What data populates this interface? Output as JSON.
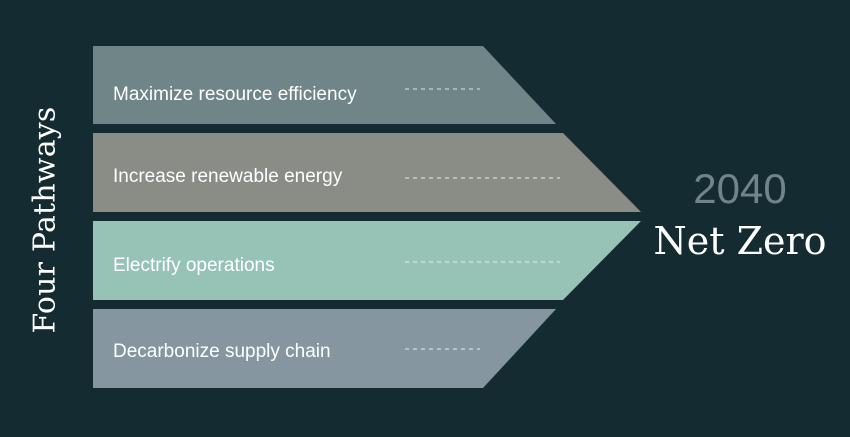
{
  "diagram": {
    "vertical_title": "Four Pathways",
    "goal": {
      "year": "2040",
      "title": "Net Zero"
    },
    "pathways": [
      {
        "label": "Maximize resource efficiency",
        "color": "#6f8587"
      },
      {
        "label": "Increase renewable energy",
        "color": "#8a8d86"
      },
      {
        "label": "Electrify operations",
        "color": "#97c2b6"
      },
      {
        "label": "Decarbonize supply chain",
        "color": "#8596a1"
      }
    ],
    "colors": {
      "background": "#142c31",
      "text": "#ffffff",
      "year": "#6f8587"
    }
  }
}
